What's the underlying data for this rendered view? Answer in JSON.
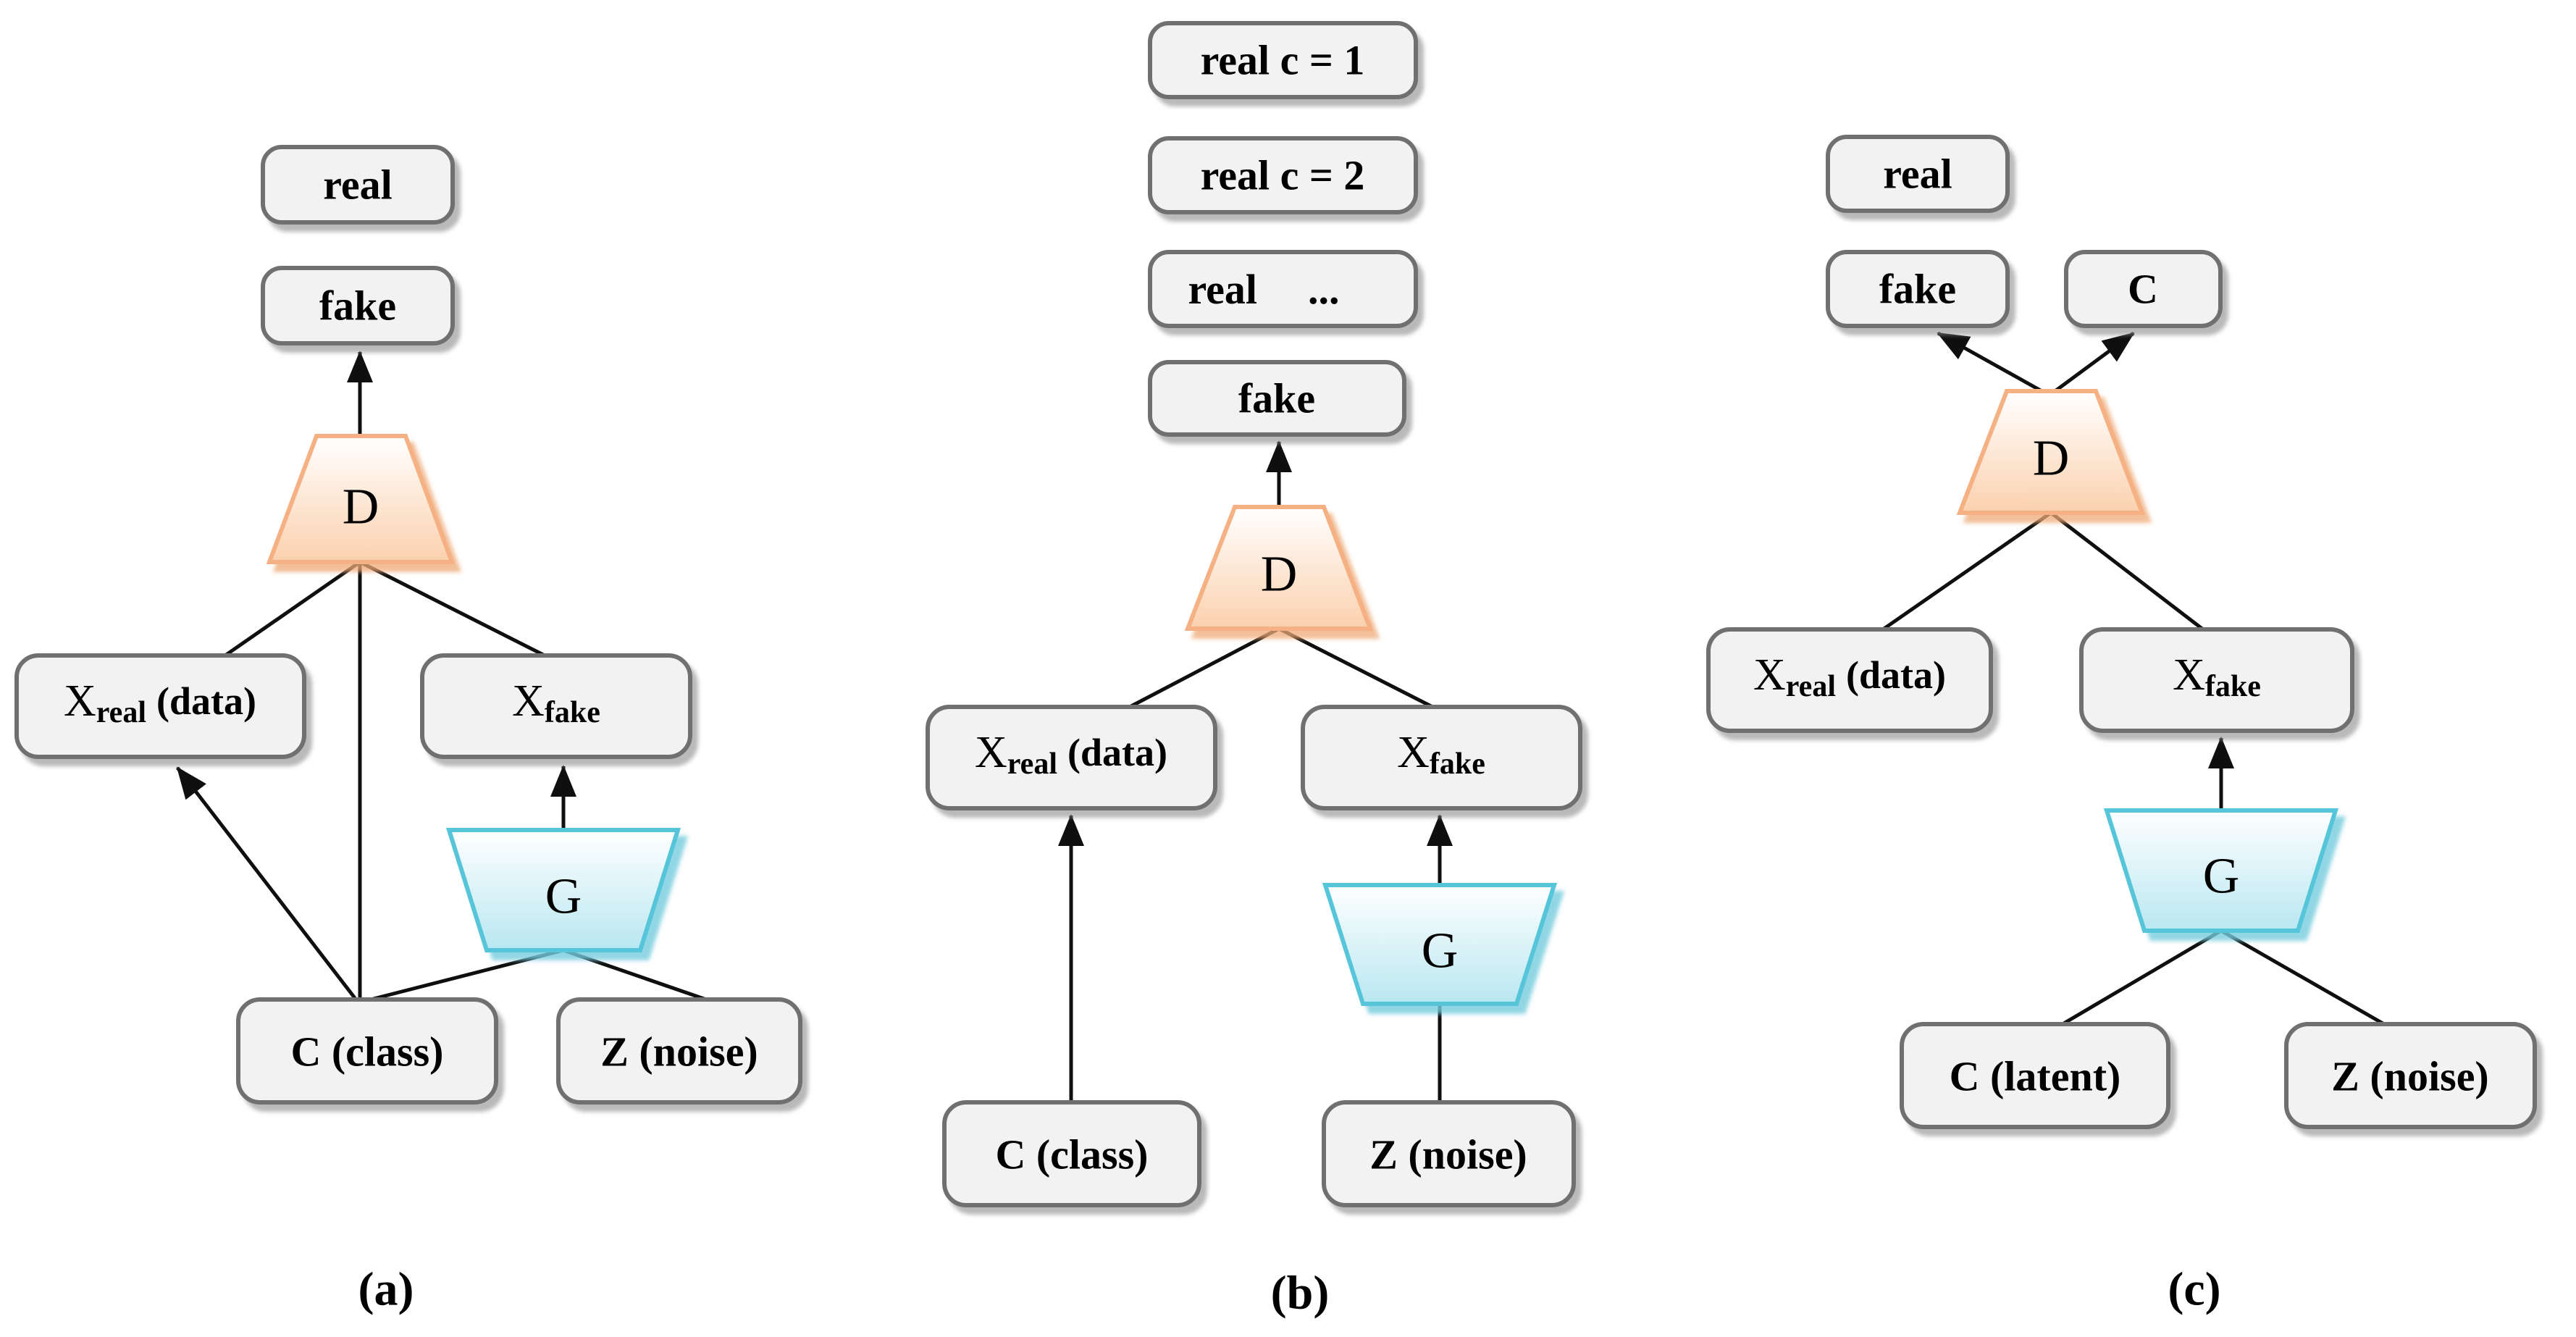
{
  "figure": {
    "background": "#ffffff",
    "colors": {
      "node_fill": "#f2f2f2",
      "node_border": "#6f6f6f",
      "discriminator_border": "#f5b183",
      "discriminator_fill_bottom": "#fbd1ae",
      "generator_border": "#57c5da",
      "generator_fill_bottom": "#b9e7f1",
      "connector": "#0f0f0f"
    },
    "panels": {
      "a": {
        "caption": "(a)",
        "output_real": "real",
        "output_fake": "fake",
        "discriminator": "D",
        "generator": "G",
        "x_real_base": "X",
        "x_real_sub": "real",
        "x_real_suffix": "(data)",
        "x_fake_base": "X",
        "x_fake_sub": "fake",
        "input_c": "C (class)",
        "input_z": "Z (noise)"
      },
      "b": {
        "caption": "(b)",
        "output_real_c1": "real c = 1",
        "output_real_c2": "real c = 2",
        "output_real_etc": "real",
        "output_real_etc_dots": "...",
        "output_fake": "fake",
        "discriminator": "D",
        "generator": "G",
        "x_real_base": "X",
        "x_real_sub": "real",
        "x_real_suffix": "(data)",
        "x_fake_base": "X",
        "x_fake_sub": "fake",
        "input_c": "C (class)",
        "input_z": "Z (noise)"
      },
      "c": {
        "caption": "(c)",
        "output_real": "real",
        "output_fake": "fake",
        "output_c": "C",
        "discriminator": "D",
        "generator": "G",
        "x_real_base": "X",
        "x_real_sub": "real",
        "x_real_suffix": "(data)",
        "x_fake_base": "X",
        "x_fake_sub": "fake",
        "input_c": "C (latent)",
        "input_z": "Z (noise)"
      }
    }
  }
}
